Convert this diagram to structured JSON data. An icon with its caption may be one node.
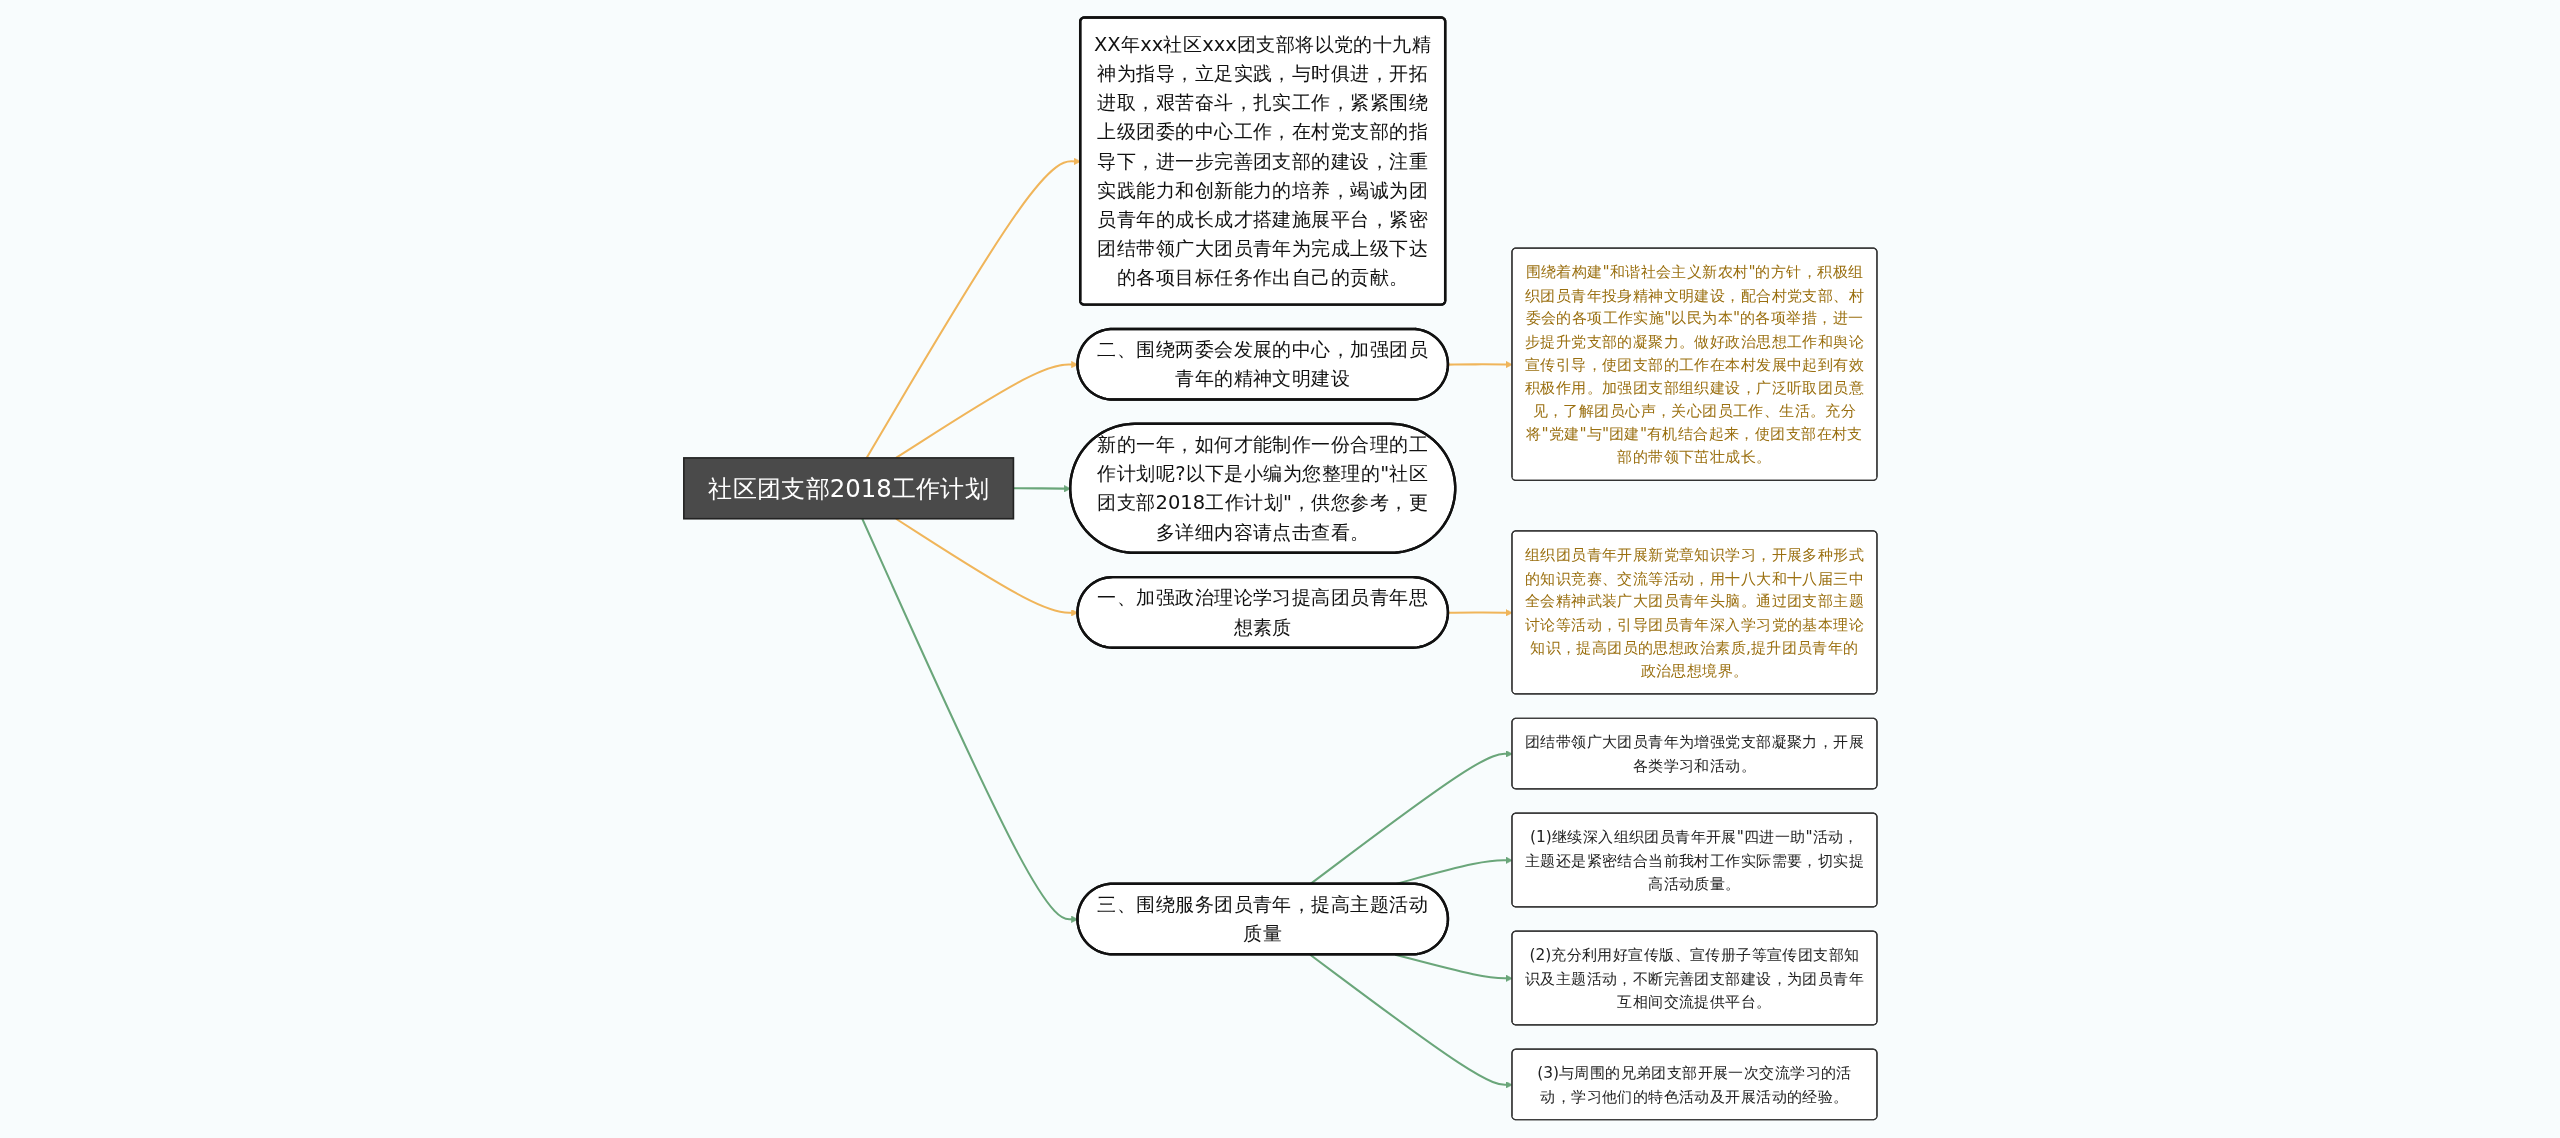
{
  "diagram": {
    "nodes": [
      {
        "text": [
          "社区团支部2018工作计划"
        ]
      },
      {
        "text": [
          "XX年xx社区xxx团支部将以党的十九精神为指导，立足实践，与时俱进，开拓进取，艰苦奋斗，扎实工作，紧紧围绕上级团委的中心工作，在村党支部的指导下，进一步完善团支部的建设，注重实践能力和创新能力的培养，竭诚为团员青年的成长成才搭建施展平台，紧密团结带领广大团员青年为完成上级下达的各项目标任务作出自己的贡献。"
        ]
      },
      {
        "text": [
          "二、围绕两委会发展的中心，加强团员青年的精神文明建设"
        ]
      },
      {
        "text": [
          "围绕着构建\"和谐社会主义新农村\"的方针，积极组织团员青年投身精神文明建设，配合村党支部、村委会的各项工作实施\"以民为本\"的各项举措，进一步提升党支部的凝聚力。做好政治思想工作和舆论宣传引导，使团支部的工作在本村发展中起到有效积极作用。加强团支部组织建设，广泛听取团员意见，了解团员心声，关心团员工作、生活。充分将\"党建\"与\"团建\"有机结合起来，使团支部在村支部的带领下茁壮成长。"
        ]
      },
      {
        "text": [
          "新的一年，如何才能制作一份合理的工作计划呢?以下是小编为您整理的\"社区团支部2018工作计划\"，供您参考，更多详细内容请点击查看。"
        ]
      },
      {
        "text": [
          "一、加强政治理论学习提高团员青年思想素质"
        ]
      },
      {
        "text": [
          "组织团员青年开展新党章知识学习，开展多种形式的知识竞赛、交流等活动，用十八大和十八届三中全会精神武装广大团员青年头脑。通过团支部主题讨论等活动，引导团员青年深入学习党的基本理论知识，提高团员的思想政治素质,提升团员青年的政治思想境界。"
        ]
      },
      {
        "text": [
          "三、围绕服务团员青年，提高主题活动质量"
        ]
      },
      {
        "text": [
          "团结带领广大团员青年为增强党支部凝聚力，开展各类学习和活动。"
        ]
      },
      {
        "text": [
          "(1)继续深入组织团员青年开展\"四进一助\"活动，主题还是紧密结合当前我村工作实际需要，切实提高活动质量。"
        ]
      },
      {
        "text": [
          "(2)充分利用好宣传版、宣传册子等宣传团支部知识及主题活动，不断完善团支部建设，为团员青年互相间交流提供平台。"
        ]
      },
      {
        "text": [
          "(3)与周围的兄弟团支部开展一次交流学习的活动，学习他们的特色活动及开展活动的经验。"
        ]
      }
    ],
    "edges": [
      {
        "from": 0,
        "to": 1,
        "arrow": "to",
        "color": "#f0b55a"
      },
      {
        "from": 0,
        "to": 2,
        "arrow": "to",
        "color": "#f0b55a"
      },
      {
        "from": 2,
        "to": 3,
        "arrow": "to",
        "color": "#f0b55a"
      },
      {
        "from": 0,
        "to": 4,
        "arrow": "to"
      },
      {
        "from": 0,
        "to": 5,
        "arrow": "to",
        "color": "#f0b55a"
      },
      {
        "from": 5,
        "to": 6,
        "arrow": "to",
        "color": "#f0b55a"
      },
      {
        "from": 0,
        "to": 7,
        "arrow": "to"
      },
      {
        "from": 7,
        "to": 8,
        "arrow": "to"
      },
      {
        "from": 7,
        "to": 9,
        "arrow": "to"
      },
      {
        "from": 7,
        "to": 10,
        "arrow": "to"
      },
      {
        "from": 7,
        "to": 11,
        "arrow": "to"
      }
    ]
  }
}
